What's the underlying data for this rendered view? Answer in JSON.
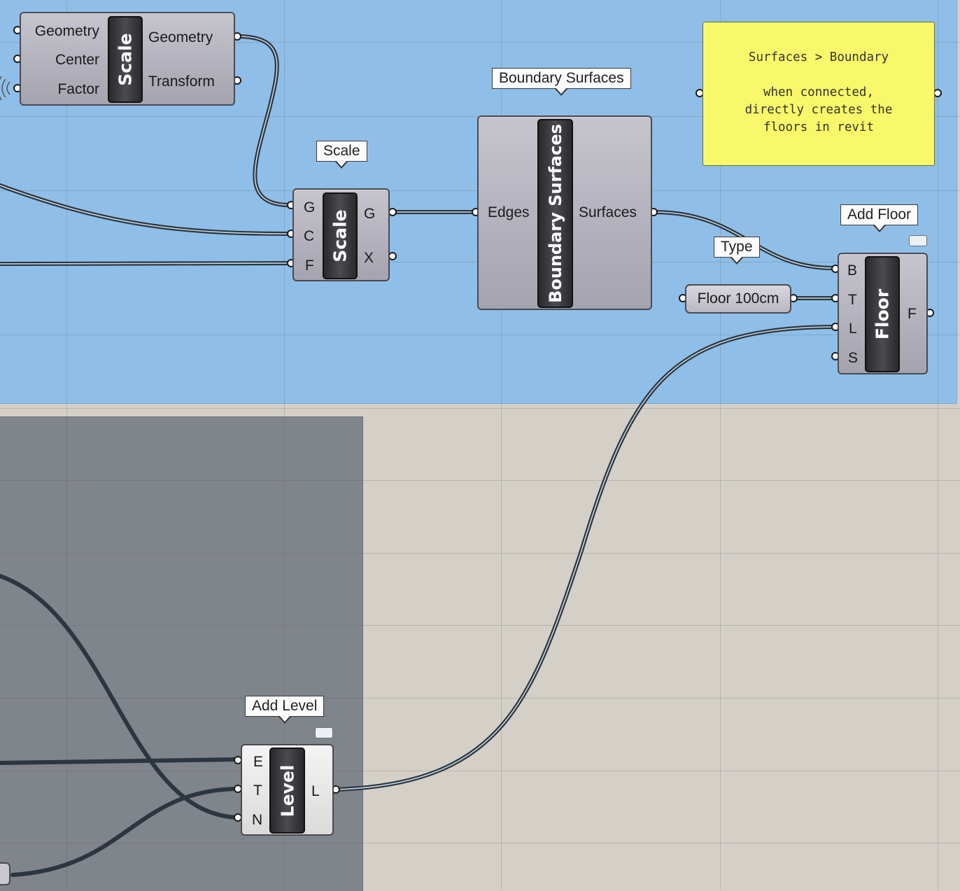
{
  "canvas": {
    "background": "#d4d0c8",
    "group_blue_color": "#8fbfe8",
    "group_gray_color": "#80848b"
  },
  "scale_top": {
    "name": "Scale",
    "inputs": [
      "Geometry",
      "Center",
      "Factor"
    ],
    "outputs": [
      "Geometry",
      "Transform"
    ]
  },
  "scale_mid": {
    "tag": "Scale",
    "name": "Scale",
    "inputs": [
      "G",
      "C",
      "F"
    ],
    "outputs": [
      "G",
      "X"
    ]
  },
  "boundary": {
    "tag": "Boundary Surfaces",
    "name": "Boundary Surfaces",
    "input": "Edges",
    "output": "Surfaces"
  },
  "note_panel": {
    "text": "Surfaces > Boundary\n\nwhen connected,\ndirectly creates the\nfloors in revit",
    "color": "#f9f86a"
  },
  "add_floor": {
    "tag": "Add Floor",
    "name": "Floor",
    "inputs": [
      "B",
      "T",
      "L",
      "S"
    ],
    "output": "F"
  },
  "type_param": {
    "tag": "Type",
    "value": "Floor 100cm"
  },
  "add_level": {
    "tag": "Add Level",
    "name": "Level",
    "inputs": [
      "E",
      "T",
      "N"
    ],
    "output": "L"
  }
}
